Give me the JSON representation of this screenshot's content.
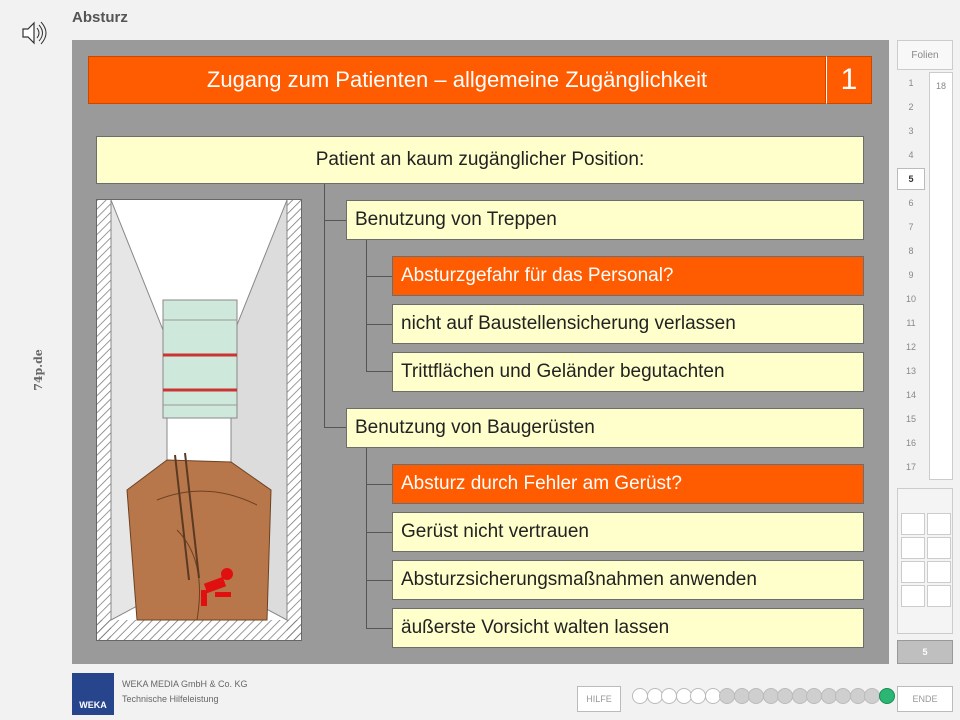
{
  "page": {
    "title": "Absturz",
    "side_label": "74p.de"
  },
  "header": {
    "title": "Zugang zum Patienten – allgemeine Zugänglichkeit",
    "number": "1"
  },
  "content": {
    "main": "Patient an kaum zugänglicher Position:",
    "group1": {
      "label": "Benutzung von Treppen",
      "items": [
        "Absturzgefahr für das Personal?",
        "nicht auf Baustellensicherung verlassen",
        "Trittflächen und Geländer begutachten"
      ]
    },
    "group2": {
      "label": "Benutzung von Baugerüsten",
      "items": [
        "Absturz durch Fehler am Gerüst?",
        "Gerüst nicht vertrauen",
        "Absturzsicherungsmaßnahmen anwenden",
        "äußerste Vorsicht walten lassen"
      ]
    }
  },
  "nav": {
    "folien_label": "Folien",
    "slides": [
      "1",
      "2",
      "3",
      "4",
      "5",
      "6",
      "7",
      "8",
      "9",
      "10",
      "11",
      "12",
      "13",
      "14",
      "15",
      "16",
      "17"
    ],
    "total": "18",
    "current": "5",
    "current_index": 4
  },
  "footer": {
    "company": "WEKA MEDIA GmbH & Co. KG",
    "subtitle": "Technische Hilfeleistung",
    "logo_text": "WEKA",
    "help": "HILFE",
    "end": "ENDE",
    "progress": {
      "total": 18,
      "active": 18,
      "filled": 12
    }
  },
  "colors": {
    "accent": "#ff5b00",
    "yellow": "#ffffcc",
    "stage": "#9a9a9a",
    "progress_active": "#2bb673",
    "logo": "#27458d"
  }
}
